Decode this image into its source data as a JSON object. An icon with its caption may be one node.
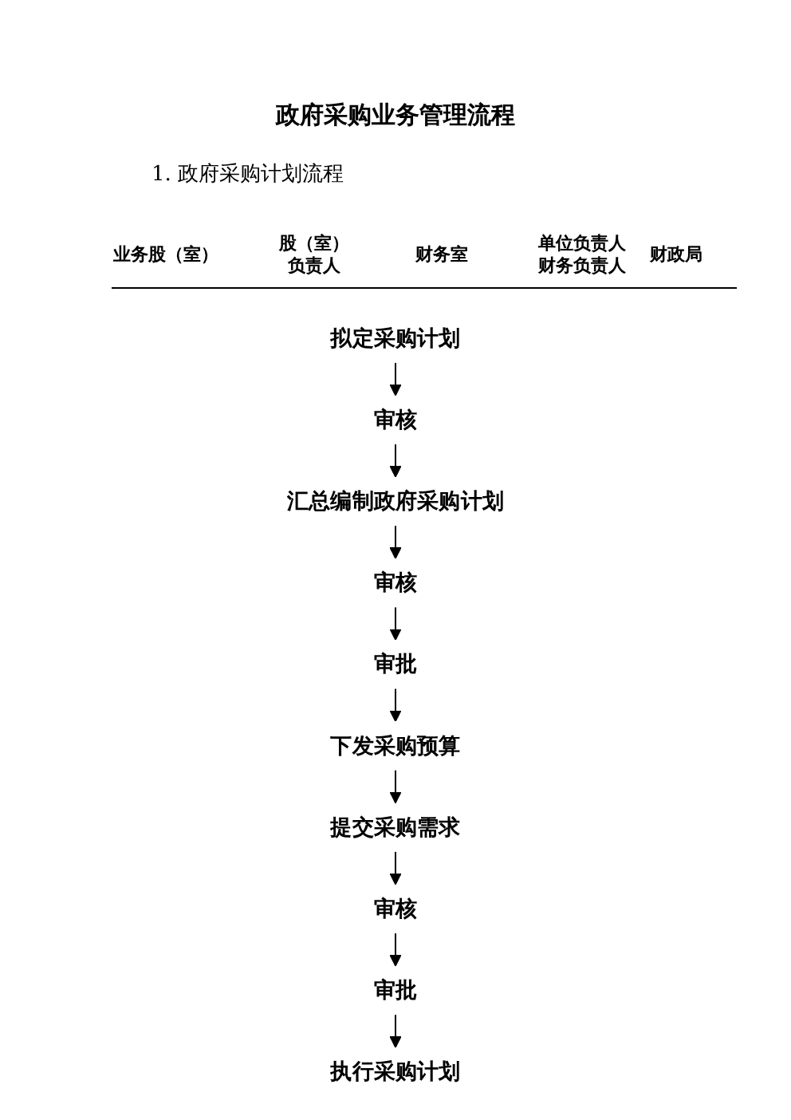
{
  "diagram": {
    "title": "政府采购业务管理流程",
    "nodes": [
      {
        "text": [
          "拟定采购计划"
        ]
      },
      {
        "text": [
          "审核"
        ]
      },
      {
        "text": [
          "汇总编制政府采购计划"
        ]
      },
      {
        "text": [
          "审核"
        ]
      },
      {
        "text": [
          "审批"
        ]
      },
      {
        "text": [
          "下发采购预算"
        ]
      },
      {
        "text": [
          "提交采购需求"
        ]
      },
      {
        "text": [
          "审核"
        ]
      },
      {
        "text": [
          "审批"
        ]
      },
      {
        "text": [
          "执行采购计划"
        ]
      }
    ],
    "edges": [
      {
        "from": 0,
        "to": 1,
        "arrow": "to"
      },
      {
        "from": 1,
        "to": 2,
        "arrow": "to"
      },
      {
        "from": 2,
        "to": 3,
        "arrow": "to"
      },
      {
        "from": 3,
        "to": 4,
        "arrow": "to"
      },
      {
        "from": 4,
        "to": 5,
        "arrow": "to"
      },
      {
        "from": 5,
        "to": 6,
        "arrow": "to"
      },
      {
        "from": 6,
        "to": 7,
        "arrow": "to"
      },
      {
        "from": 7,
        "to": 8,
        "arrow": "to"
      },
      {
        "from": 8,
        "to": 9,
        "arrow": "to"
      }
    ],
    "labels": [
      "1. 政府采购计划流程",
      "业务股（室）",
      "股（室）负责人",
      "财务室",
      "单位负责人财务负责人",
      "财政局"
    ]
  }
}
